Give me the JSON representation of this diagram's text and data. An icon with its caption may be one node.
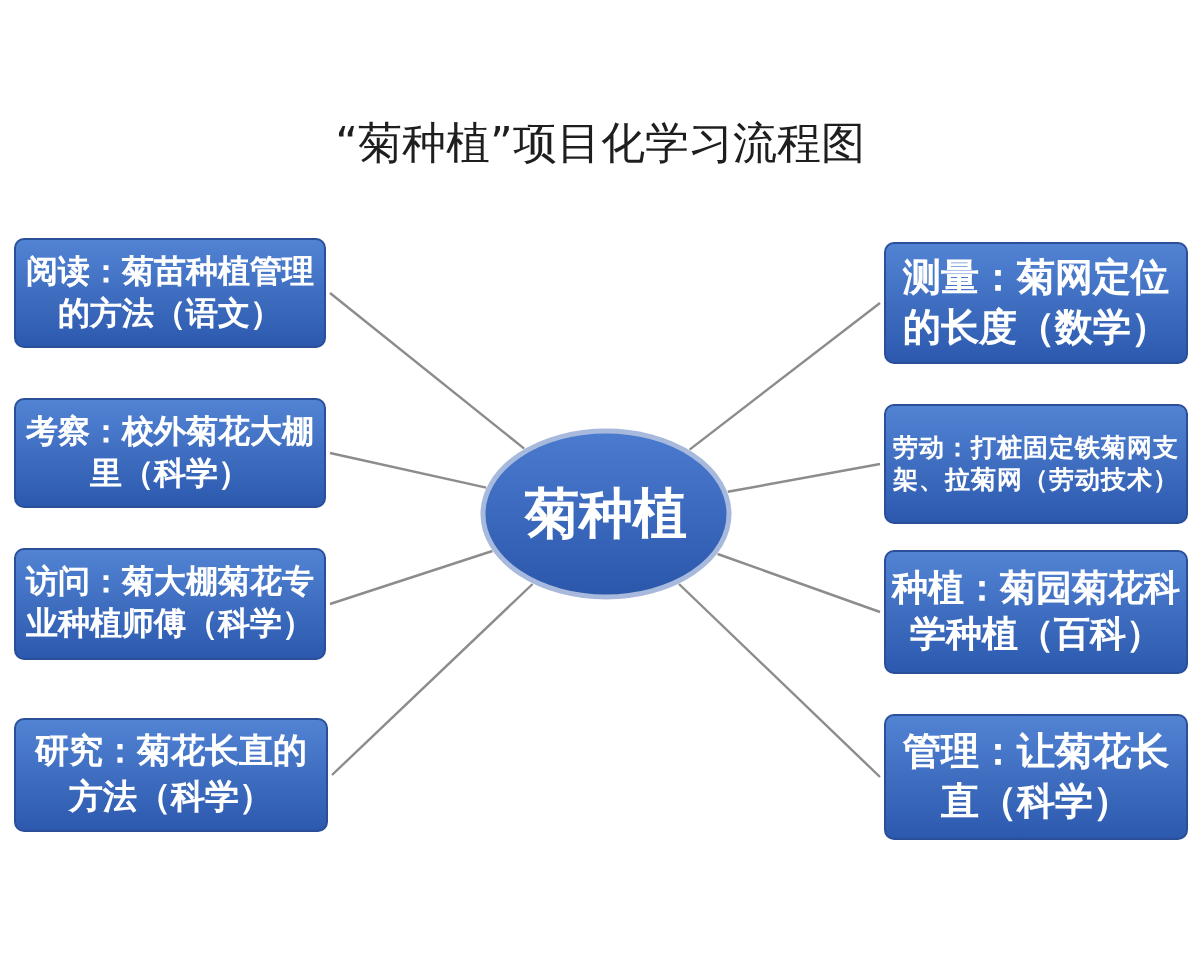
{
  "diagram": {
    "title": "“菊种植”项目化学习流程图",
    "nodes": [
      {
        "text": [
          "菊种植"
        ]
      },
      {
        "text": [
          "阅读：菊苗种植管理的方法（语文）"
        ]
      },
      {
        "text": [
          "考察：校外菊花大棚里（科学）"
        ]
      },
      {
        "text": [
          "访问：菊大棚菊花专业种植师傅（科学）"
        ]
      },
      {
        "text": [
          "研究：菊花长直的方法（科学）"
        ]
      },
      {
        "text": [
          "测量：菊网定位的长度（数学）"
        ]
      },
      {
        "text": [
          "劳动：打桩固定铁菊网支架、拉菊网（劳动技术）"
        ]
      },
      {
        "text": [
          "种植：菊园菊花科学种植（百科）"
        ]
      },
      {
        "text": [
          "管理：让菊花长直（科学）"
        ]
      }
    ],
    "edges": [
      {
        "from": 0,
        "to": 1,
        "arrow": "none"
      },
      {
        "from": 0,
        "to": 2,
        "arrow": "none"
      },
      {
        "from": 0,
        "to": 3,
        "arrow": "none"
      },
      {
        "from": 0,
        "to": 4,
        "arrow": "none"
      },
      {
        "from": 0,
        "to": 5,
        "arrow": "none"
      },
      {
        "from": 0,
        "to": 6,
        "arrow": "none"
      },
      {
        "from": 0,
        "to": 7,
        "arrow": "none"
      },
      {
        "from": 0,
        "to": 8,
        "arrow": "none"
      }
    ]
  }
}
